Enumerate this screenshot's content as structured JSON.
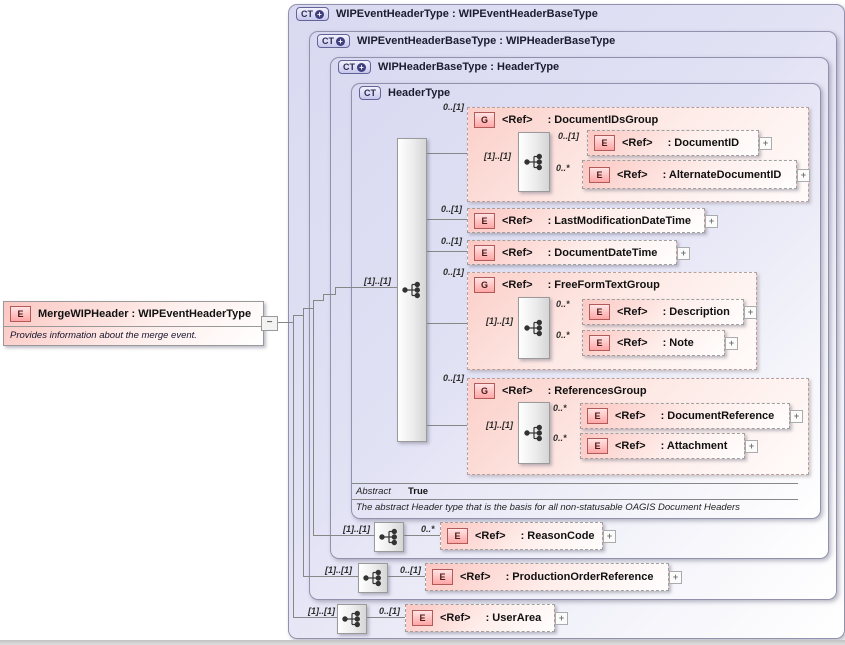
{
  "icons": {
    "expand": "+",
    "collapse": "−",
    "badge_plus": "+",
    "sequence": "sequence-model-group"
  },
  "containers": [
    {
      "badge": "CT",
      "title": "WIPEventHeaderType : WIPEventHeaderBaseType"
    },
    {
      "badge": "CT",
      "title": "WIPEventHeaderBaseType : WIPHeaderBaseType"
    },
    {
      "badge": "CT",
      "title": "WIPHeaderBaseType : HeaderType"
    },
    {
      "badge": "CT",
      "title": "HeaderType"
    }
  ],
  "left_element": {
    "kind": "E",
    "title": "MergeWIPHeader : WIPEventHeaderType",
    "doc": "Provides information about the merge event."
  },
  "header_type": {
    "root_card": "[1]..[1]",
    "abstract_label": "Abstract",
    "abstract_value": "True",
    "doc": "The abstract Header type that is the basis for all non-statusable OAGIS Document Headers"
  },
  "elements": {
    "document_ids_group": {
      "card": "0..[1]",
      "inner_card": "[1]..[1]",
      "kind": "G",
      "ref": "<Ref>",
      "name": ": DocumentIDsGroup"
    },
    "document_id": {
      "card": "0..[1]",
      "kind": "E",
      "ref": "<Ref>",
      "name": ": DocumentID"
    },
    "alternate_document_id": {
      "card": "0..*",
      "kind": "E",
      "ref": "<Ref>",
      "name": ": AlternateDocumentID"
    },
    "last_modification_date_time": {
      "card": "0..[1]",
      "kind": "E",
      "ref": "<Ref>",
      "name": ": LastModificationDateTime"
    },
    "document_date_time": {
      "card": "0..[1]",
      "kind": "E",
      "ref": "<Ref>",
      "name": ": DocumentDateTime"
    },
    "free_form_text_group": {
      "card": "0..[1]",
      "inner_card": "[1]..[1]",
      "kind": "G",
      "ref": "<Ref>",
      "name": ": FreeFormTextGroup"
    },
    "description": {
      "card": "0..*",
      "kind": "E",
      "ref": "<Ref>",
      "name": ": Description"
    },
    "note": {
      "card": "0..*",
      "kind": "E",
      "ref": "<Ref>",
      "name": ": Note"
    },
    "references_group": {
      "card": "0..[1]",
      "inner_card": "[1]..[1]",
      "kind": "G",
      "ref": "<Ref>",
      "name": ": ReferencesGroup"
    },
    "document_reference": {
      "card": "0..*",
      "kind": "E",
      "ref": "<Ref>",
      "name": ": DocumentReference"
    },
    "attachment": {
      "card": "0..*",
      "kind": "E",
      "ref": "<Ref>",
      "name": ": Attachment"
    },
    "reason_code": {
      "outer_card": "[1]..[1]",
      "card": "0..*",
      "kind": "E",
      "ref": "<Ref>",
      "name": ": ReasonCode"
    },
    "production_order_reference": {
      "outer_card": "[1]..[1]",
      "card": "0..[1]",
      "kind": "E",
      "ref": "<Ref>",
      "name": ": ProductionOrderReference"
    },
    "user_area": {
      "outer_card": "[1]..[1]",
      "card": "0..[1]",
      "kind": "E",
      "ref": "<Ref>",
      "name": ": UserArea"
    }
  },
  "colors": {
    "container_lavender": "#d9d9f1",
    "element_pink": "#fcc7c2",
    "badge_red_border": "#b05a5a",
    "line_gray": "#878787"
  }
}
